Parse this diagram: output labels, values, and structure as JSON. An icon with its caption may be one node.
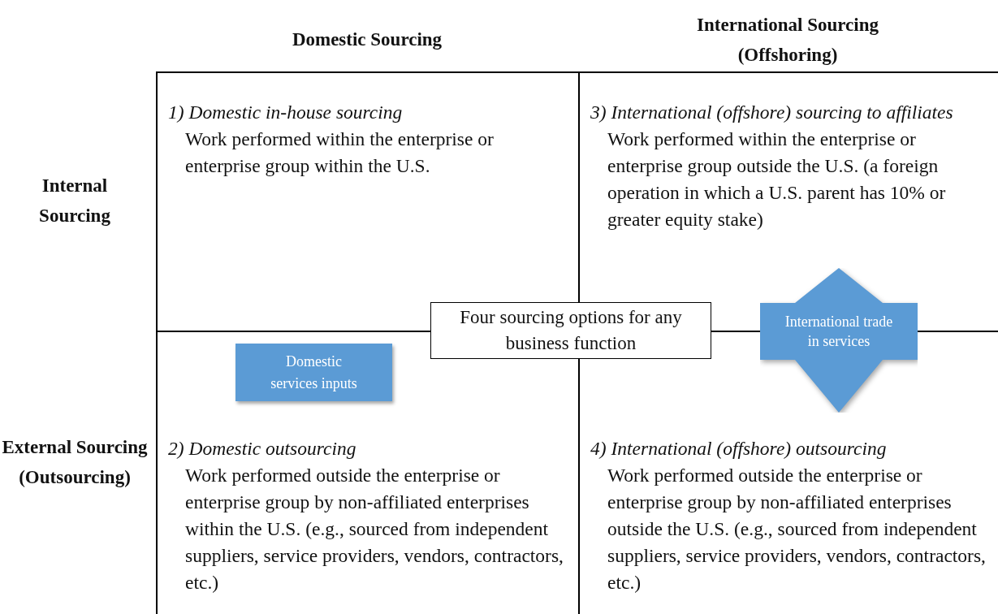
{
  "diagram": {
    "nodes": [
      {
        "text": [
          "1) Domestic in-house sourcing",
          "Work performed within the enterprise or enterprise group within the U.S."
        ]
      },
      {
        "text": [
          "3) International (offshore) sourcing to affiliates",
          "Work performed within the enterprise or enterprise group outside the U.S. (a foreign operation in which a U.S. parent has 10% or greater equity stake)"
        ]
      },
      {
        "text": [
          "Four sourcing options for any business function"
        ]
      },
      {
        "text": [
          "Domestic services inputs"
        ]
      },
      {
        "text": [
          "International trade in services"
        ]
      },
      {
        "text": [
          "2) Domestic outsourcing",
          "Work performed outside the enterprise or enterprise group by non-affiliated enterprises within the U.S. (e.g., sourced from independent suppliers, service providers, vendors, contractors, etc.)"
        ]
      },
      {
        "text": [
          "4) International (offshore) outsourcing",
          "Work performed outside the enterprise or enterprise group by non-affiliated enterprises outside the U.S. (e.g., sourced from independent suppliers, service providers, vendors, contractors, etc.)"
        ]
      }
    ],
    "labels": [
      "Domestic Sourcing",
      "International Sourcing (Offshoring)",
      "Internal Sourcing",
      "External Sourcing (Outsourcing)"
    ]
  }
}
